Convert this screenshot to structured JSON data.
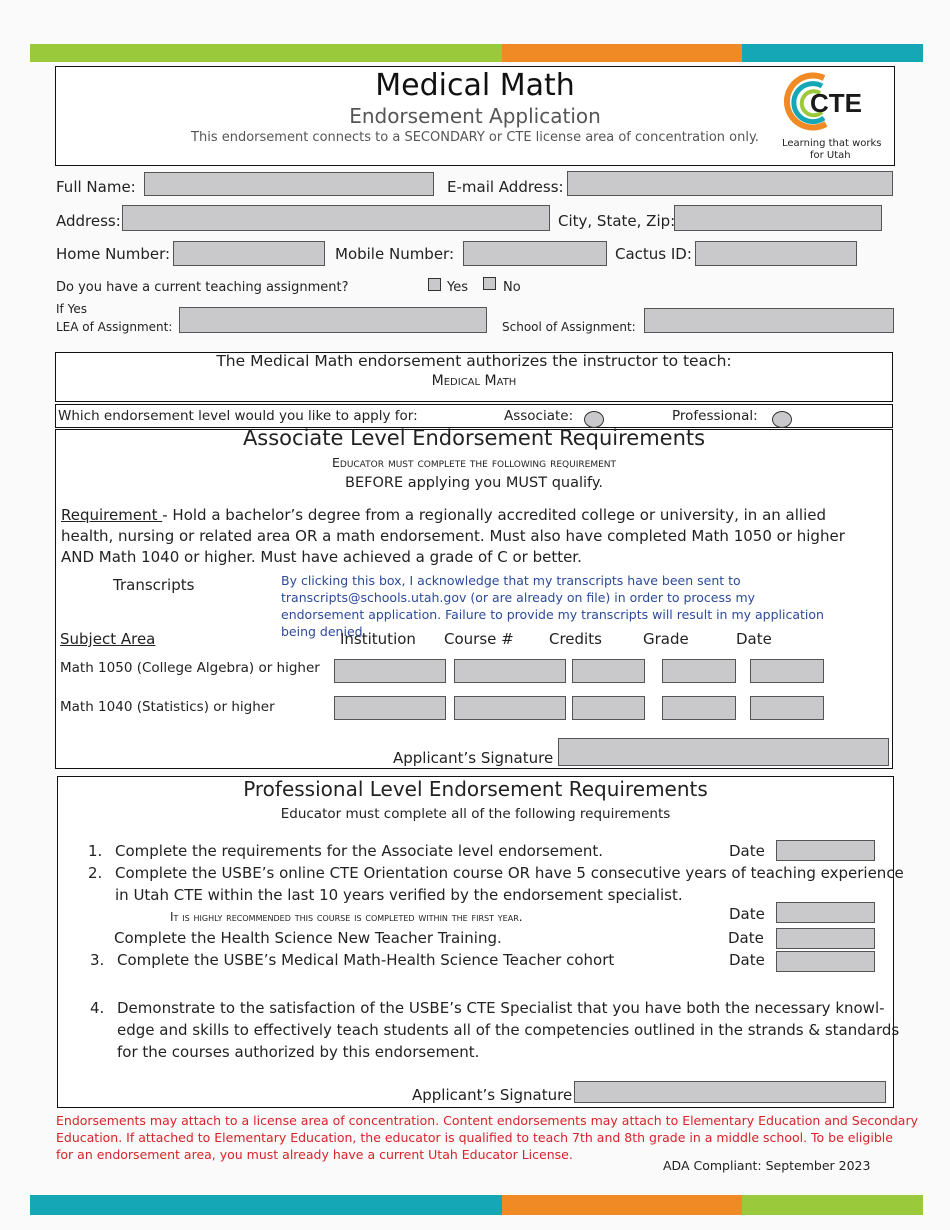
{
  "colors": {
    "green": "#9bc93c",
    "orange": "#f08a24",
    "teal": "#16a7b6",
    "red_note": "#d8232a",
    "ack_blue": "#2c4a9a",
    "field_gray": "#c9c9cb"
  },
  "header": {
    "title": "Medical Math",
    "subtitle": "Endorsement Application",
    "note": "This endorsement connects to a SECONDARY or CTE license area of concentration only.",
    "logo_text": "CTE",
    "logo_tagline1": "Learning that works",
    "logo_tagline2": "for Utah"
  },
  "contact": {
    "full_name": "Full Name:",
    "email": "E-mail Address:",
    "address": "Address:",
    "city": "City, State, Zip:",
    "home": "Home Number:",
    "mobile": "Mobile Number:",
    "cactus": "Cactus ID:",
    "teaching_q": "Do you have a current teaching assignment?",
    "yes": "Yes",
    "no": "No",
    "if_yes": "If Yes",
    "lea": "LEA of Assignment:",
    "school": "School of Assignment:"
  },
  "authorizes": {
    "text": "The Medical Math endorsement authorizes the instructor to teach:",
    "course": "Medical Math"
  },
  "level": {
    "question": "Which endorsement level would you like to apply for:",
    "associate": "Associate:",
    "professional": "Professional:"
  },
  "associate": {
    "title": "Associate Level Endorsement Requirements",
    "sub1": "Educator must complete the following requirement",
    "sub2": "BEFORE applying you MUST qualify.",
    "req_label": "Requirement ",
    "req_text": " - Hold a bachelor’s degree from a regionally accredited college or university, in an allied health, nursing or related area OR a math endorsement. Must also have completed Math 1050 or higher AND Math 1040 or higher. Must have achieved a grade of C or better.",
    "transcripts": "Transcripts",
    "ack": "By clicking this box, I acknowledge that my transcripts have been sent to transcripts@schools.utah.gov (or are already on file) in order to process my endorsement application. Failure to provide my transcripts will result in my application being denied",
    "columns": [
      "Subject Area",
      "Institution",
      "Course #",
      "Credits",
      "Grade",
      "Date"
    ],
    "rows": [
      "Math 1050 (College Algebra) or higher",
      "Math 1040 (Statistics) or higher"
    ],
    "signature": "Applicant’s Signature"
  },
  "professional": {
    "title": "Professional Level Endorsement Requirements",
    "sub": "Educator must complete all of the following requirements",
    "item1_num": "1.",
    "item1": "Complete the requirements for the Associate level endorsement.",
    "item2_num": "2.",
    "item2a": "Complete the USBE’s online CTE Orientation course OR have 5 consecutive years of teaching experience",
    "item2b": "in Utah CTE within the last 10 years verified by the endorsement specialist.",
    "item2_note": "It is highly recommended this course is completed within the first year.",
    "item2c": "Complete the Health Science New Teacher Training.",
    "item3_num": "3.",
    "item3": "Complete the USBE’s Medical Math-Health Science Teacher cohort",
    "item4_num": "4.",
    "item4a": "Demonstrate to the satisfaction of the USBE’s CTE Specialist that you have both the necessary knowl-",
    "item4b": "edge and skills to effectively teach students all of the competencies outlined in the strands & standards",
    "item4c": "for the courses authorized by this endorsement.",
    "date": "Date",
    "signature": "Applicant’s Signature"
  },
  "footer": {
    "note1": "Endorsements may attach to a license area of concentration. Content endorsements may attach to Elementary Education and Secondary",
    "note2": "Education. If attached to Elementary Education,  the educator is qualified to teach 7th and 8th grade in a middle school. To be eligible",
    "note3": "for an endorsement area, you must already have a current Utah Educator License.",
    "ada": "ADA  Compliant: September 2023"
  }
}
